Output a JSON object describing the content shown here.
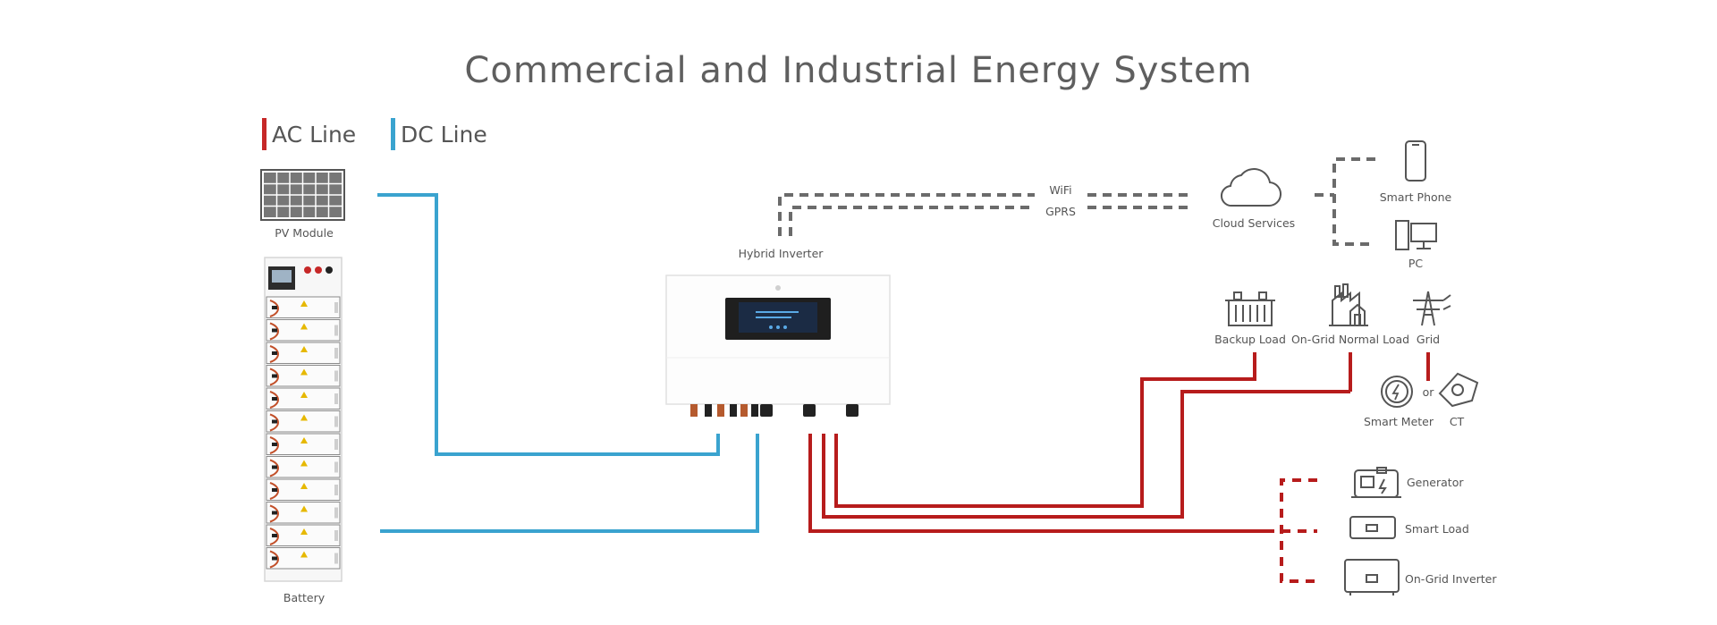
{
  "title": "Commercial and Industrial Energy System",
  "legend": {
    "ac": {
      "label": "AC Line",
      "color": "#c62828"
    },
    "dc": {
      "label": "DC Line",
      "color": "#3aa3cf"
    }
  },
  "line_colors": {
    "ac": "#b71c1c",
    "dc": "#3aa3cf",
    "comm": "#6b6b6b"
  },
  "nodes": {
    "pv_module": "PV Module",
    "battery": "Battery",
    "hybrid_inverter": "Hybrid Inverter",
    "cloud_services": "Cloud Services",
    "smart_phone": "Smart Phone",
    "pc": "PC",
    "backup_load": "Backup Load",
    "on_grid_normal_load": "On-Grid Normal Load",
    "grid": "Grid",
    "smart_meter": "Smart Meter",
    "ct": "CT",
    "generator": "Generator",
    "smart_load": "Smart Load",
    "on_grid_inverter": "On-Grid Inverter"
  },
  "connections": {
    "wifi": "WiFi",
    "gprs": "GPRS",
    "or": "or"
  }
}
